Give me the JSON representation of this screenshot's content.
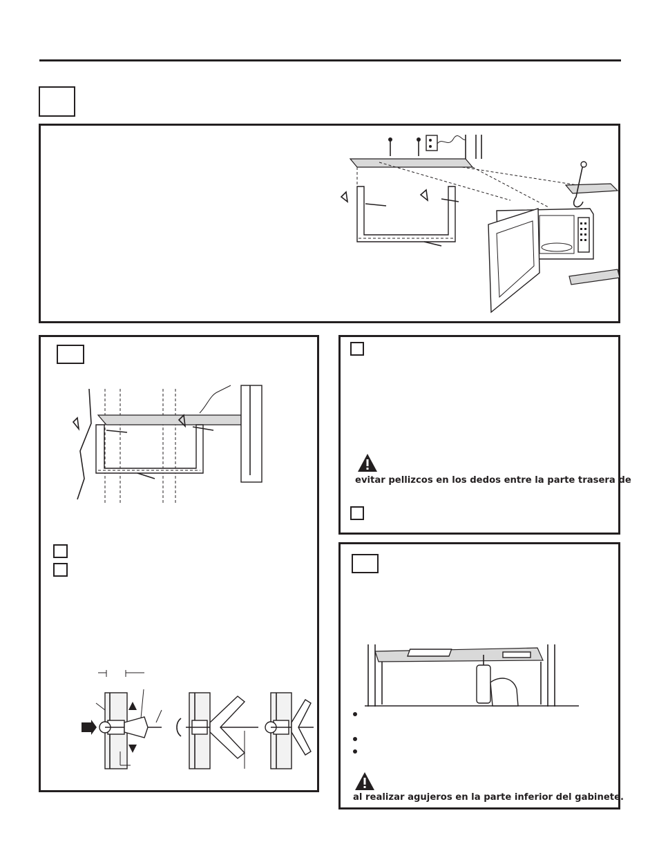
{
  "warnings": {
    "pinch_text": "evitar pellizcos en los dedos entre la parte trasera de",
    "drill_text": "al realizar agujeros en la parte inferior del gabinete."
  },
  "icons": {
    "warning": "warning-triangle-icon",
    "bullet": "bullet-dot"
  }
}
